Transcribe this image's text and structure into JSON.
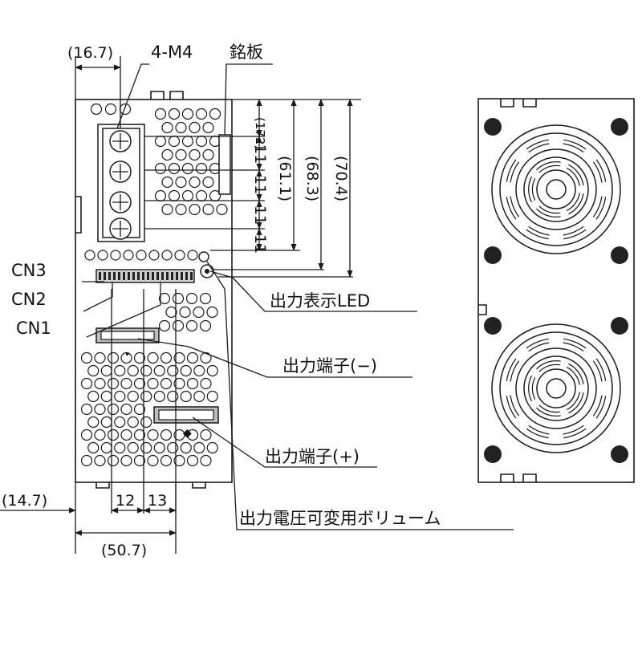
{
  "labels": {
    "mounting_screws": "4-M4",
    "nameplate": "銘板",
    "cn3": "CN3",
    "cn2": "CN2",
    "cn1": "CN1",
    "output_led": "出力表示LED",
    "output_terminal_minus": "出力端子(−)",
    "output_terminal_plus": "出力端子(+)",
    "voltage_adjust_pot": "出力電圧可変用ボリューム"
  },
  "dimensions": {
    "top_width": "(16.7)",
    "height_172": "(172)",
    "pitch_1": "11",
    "pitch_2": "11",
    "pitch_3": "11",
    "pitch_4": "11",
    "height_61_1": "(61.1)",
    "height_68_3": "(68.3)",
    "height_70_4": "(70.4)",
    "left_offset": "(14.7)",
    "spacing_12": "12",
    "spacing_13": "13",
    "overall_width": "(50.7)"
  },
  "colors": {
    "line": "#1a1a1a",
    "fill_dark": "#222222",
    "fill_grey": "#bdbdbd"
  }
}
